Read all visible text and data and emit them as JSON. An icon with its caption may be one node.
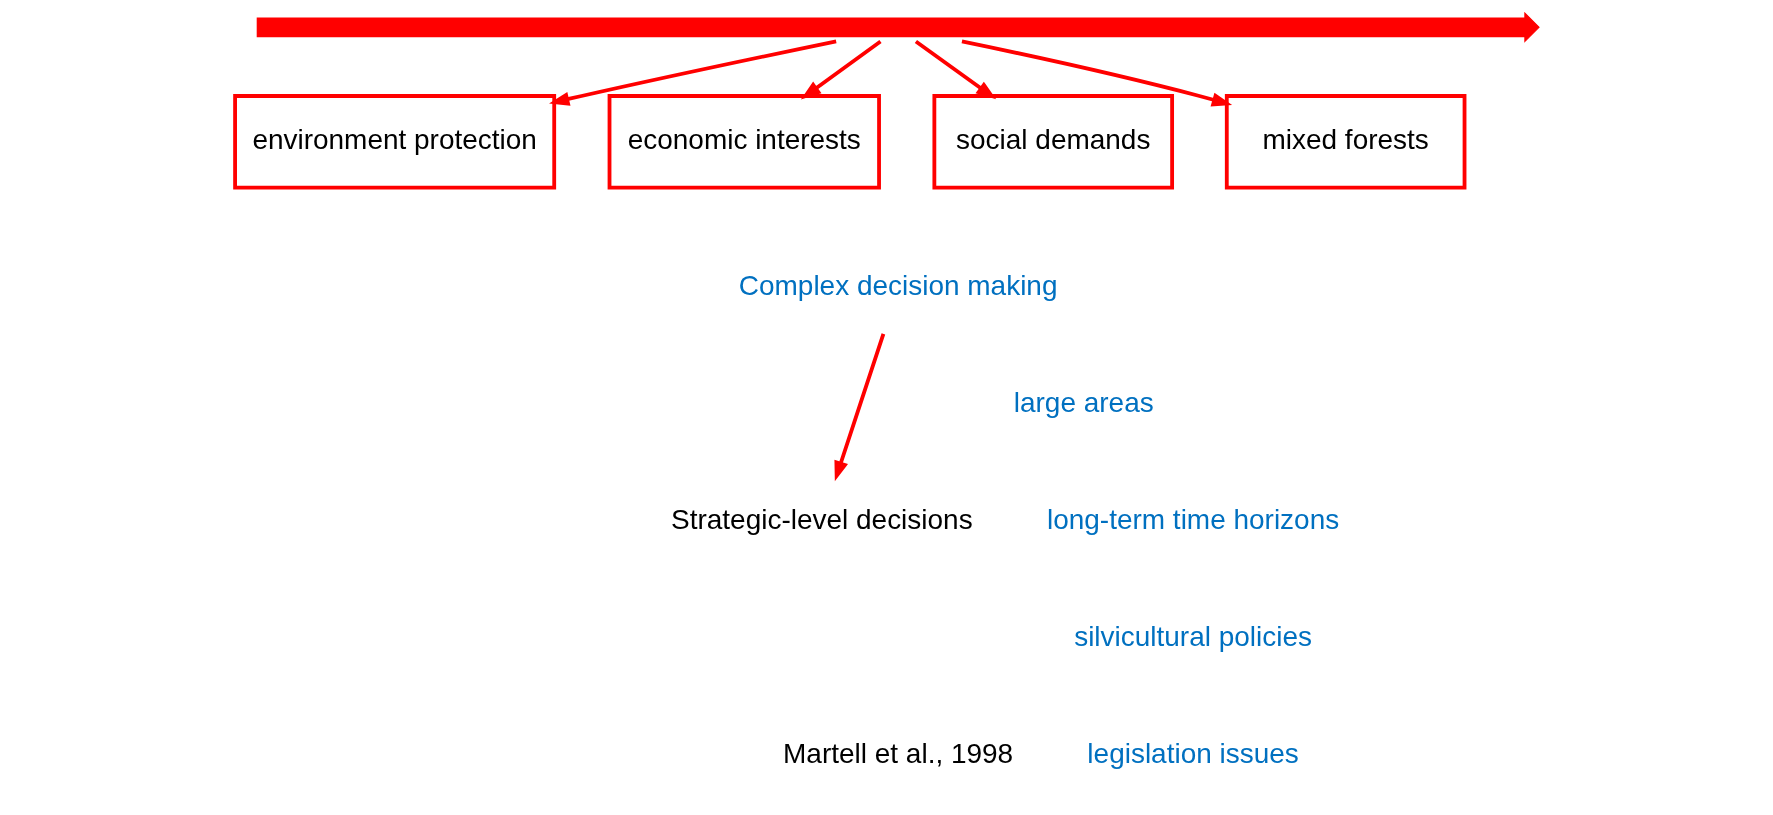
{
  "diagram": {
    "nodes": [
      {
        "text": [],
        "shape": "arrow"
      },
      {
        "text": [
          "environment protection"
        ]
      },
      {
        "text": [
          "economic interests"
        ]
      },
      {
        "text": [
          "social demands"
        ]
      },
      {
        "text": [
          "mixed forests"
        ]
      },
      {
        "text": [
          "Complex decision making"
        ]
      },
      {
        "text": [
          "Strategic-level decisions"
        ]
      }
    ],
    "edges": [
      {
        "from": 0,
        "to": 1,
        "arrow": "to"
      },
      {
        "from": 0,
        "to": 2,
        "arrow": "to"
      },
      {
        "from": 0,
        "to": 3,
        "arrow": "to"
      },
      {
        "from": 0,
        "to": 4,
        "arrow": "to"
      },
      {
        "from": 5,
        "to": 6,
        "arrow": "to"
      }
    ],
    "labels": [
      "large areas",
      "long-term time horizons",
      "silvicultural policies",
      "legislation issues",
      "Martell et al., 1998"
    ]
  }
}
